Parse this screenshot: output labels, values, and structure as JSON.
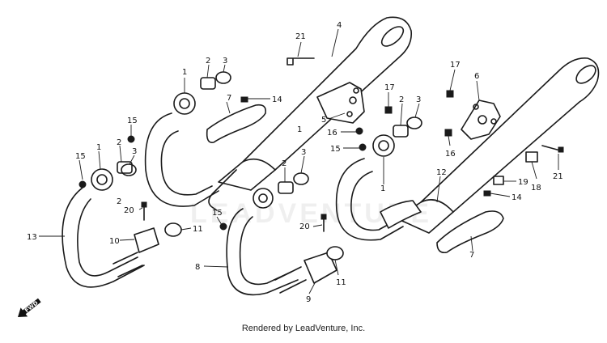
{
  "diagram": {
    "callouts": [
      "1",
      "1",
      "1",
      "1",
      "2",
      "2",
      "2",
      "2",
      "2",
      "3",
      "3",
      "3",
      "3",
      "4",
      "5",
      "6",
      "7",
      "7",
      "8",
      "9",
      "10",
      "11",
      "11",
      "12",
      "13",
      "14",
      "14",
      "15",
      "15",
      "15",
      "15",
      "16",
      "16",
      "17",
      "17",
      "18",
      "19",
      "20",
      "20",
      "21",
      "21"
    ],
    "direction_label": "FWD",
    "watermark": "LEADVENTURE"
  },
  "footer": {
    "credit": "Rendered by LeadVenture, Inc."
  }
}
